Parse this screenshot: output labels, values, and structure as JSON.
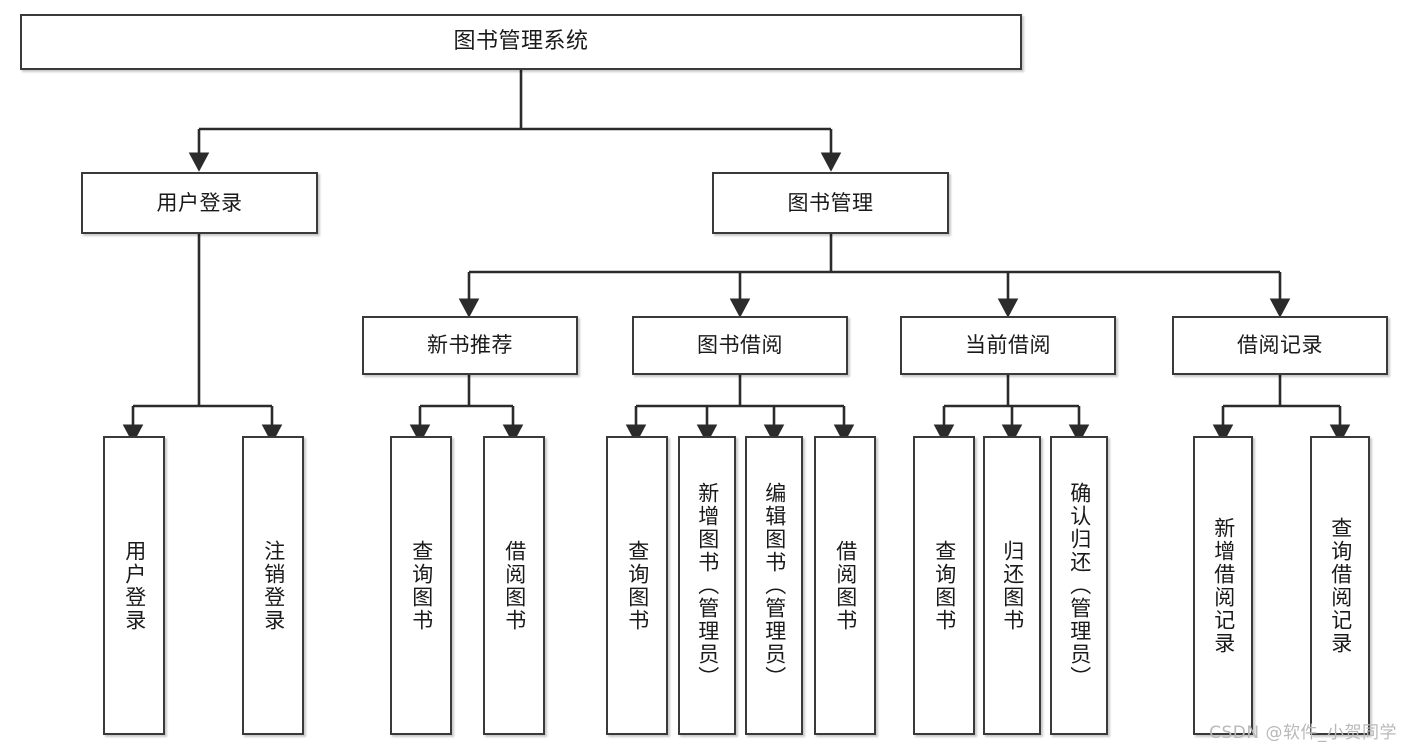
{
  "diagram": {
    "title": "图书管理系统",
    "watermark": "CSDN @软件_小贺同学",
    "line_color": "#2b2b2b",
    "box_border_color": "#3a3a3a",
    "background": "#ffffff",
    "levels": {
      "root": {
        "label": "图书管理系统"
      },
      "level2": [
        {
          "id": "user-login",
          "label": "用户登录"
        },
        {
          "id": "book-manage",
          "label": "图书管理"
        }
      ],
      "level3": [
        {
          "id": "new-book-rec",
          "label": "新书推荐"
        },
        {
          "id": "book-borrow",
          "label": "图书借阅"
        },
        {
          "id": "current-borrow",
          "label": "当前借阅"
        },
        {
          "id": "borrow-record",
          "label": "借阅记录"
        }
      ],
      "level4": {
        "user_login_children": [
          {
            "id": "leaf-user-login",
            "label": "用户登录"
          },
          {
            "id": "leaf-logout",
            "label": "注销登录"
          }
        ],
        "new_book_rec_children": [
          {
            "id": "leaf-query-book-1",
            "label": "查询图书"
          },
          {
            "id": "leaf-borrow-book-1",
            "label": "借阅图书"
          }
        ],
        "book_borrow_children": [
          {
            "id": "leaf-query-book-2",
            "label": "查询图书"
          },
          {
            "id": "leaf-add-book",
            "label": "新增图书（管理员）"
          },
          {
            "id": "leaf-edit-book",
            "label": "编辑图书（管理员）"
          },
          {
            "id": "leaf-borrow-book-2",
            "label": "借阅图书"
          }
        ],
        "current_borrow_children": [
          {
            "id": "leaf-query-book-3",
            "label": "查询图书"
          },
          {
            "id": "leaf-return-book",
            "label": "归还图书"
          },
          {
            "id": "leaf-confirm-return",
            "label": "确认归还（管理员）"
          }
        ],
        "borrow_record_children": [
          {
            "id": "leaf-add-record",
            "label": "新增借阅记录"
          },
          {
            "id": "leaf-query-record",
            "label": "查询借阅记录"
          }
        ]
      }
    }
  }
}
